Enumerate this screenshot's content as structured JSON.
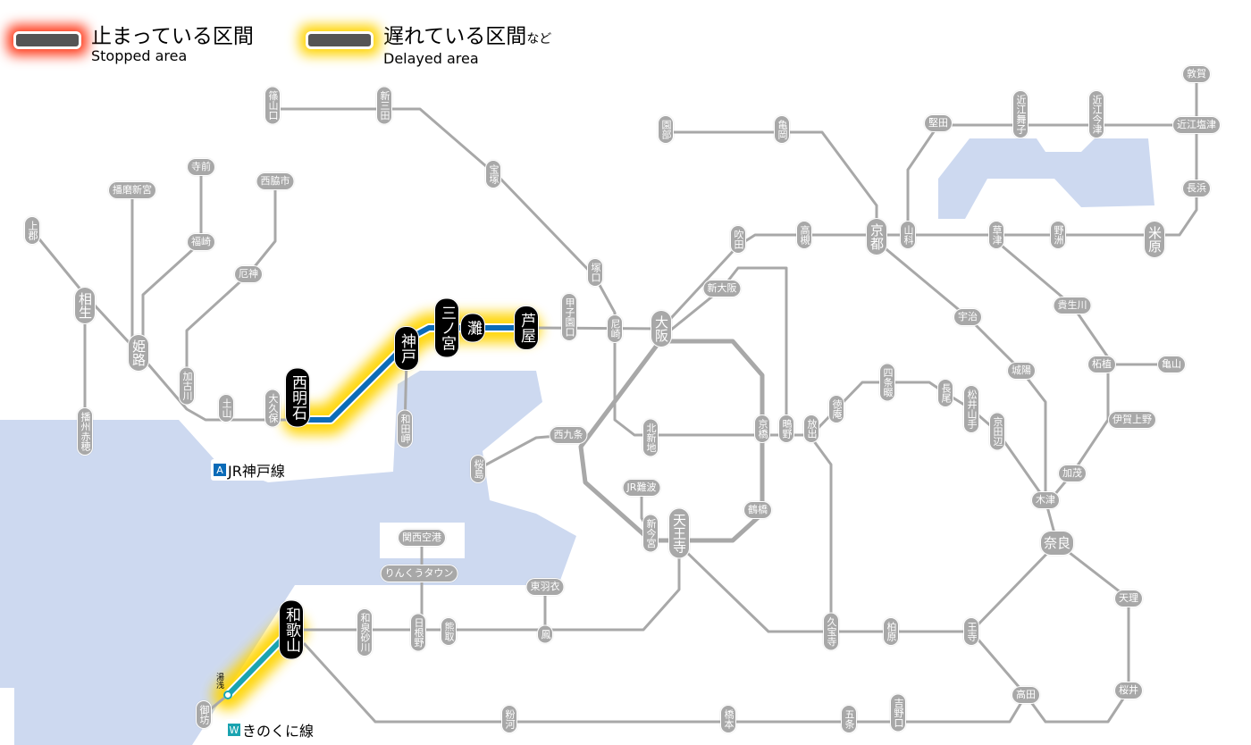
{
  "legend": {
    "stopped": {
      "ja": "止まっている区間",
      "en": "Stopped area"
    },
    "delayed": {
      "ja": "遅れている区間",
      "ja_suffix": "など",
      "en": "Delayed area"
    }
  },
  "lines": [
    {
      "code": "A",
      "name": "JR神戸線",
      "color": "#0a6bb8"
    },
    {
      "code": "W",
      "name": "きのくに線",
      "color": "#1aa3b0"
    }
  ],
  "colors": {
    "track": "#a8a8a8",
    "water": "#cdd9f0",
    "delay_glow": "#ffd400"
  },
  "stations": [
    {
      "name": "篠山口"
    },
    {
      "name": "新三田"
    },
    {
      "name": "宝塚"
    },
    {
      "name": "播磨新宮"
    },
    {
      "name": "寺前"
    },
    {
      "name": "西脇市"
    },
    {
      "name": "上郡"
    },
    {
      "name": "福崎"
    },
    {
      "name": "厄神"
    },
    {
      "name": "相生"
    },
    {
      "name": "姫路"
    },
    {
      "name": "加古川"
    },
    {
      "name": "土山"
    },
    {
      "name": "大久保"
    },
    {
      "name": "西明石",
      "status": "delayed"
    },
    {
      "name": "神戸",
      "status": "delayed"
    },
    {
      "name": "和田岬"
    },
    {
      "name": "三ノ宮",
      "status": "delayed"
    },
    {
      "name": "灘",
      "status": "delayed"
    },
    {
      "name": "芦屋",
      "status": "delayed"
    },
    {
      "name": "播州赤穂"
    },
    {
      "name": "甲子園口"
    },
    {
      "name": "尼崎"
    },
    {
      "name": "塚口"
    },
    {
      "name": "大阪"
    },
    {
      "name": "新大阪"
    },
    {
      "name": "吹田"
    },
    {
      "name": "高槻"
    },
    {
      "name": "園部"
    },
    {
      "name": "亀岡"
    },
    {
      "name": "京都"
    },
    {
      "name": "山科"
    },
    {
      "name": "堅田"
    },
    {
      "name": "近江舞子"
    },
    {
      "name": "近江今津"
    },
    {
      "name": "敦賀"
    },
    {
      "name": "近江塩津"
    },
    {
      "name": "長浜"
    },
    {
      "name": "米原"
    },
    {
      "name": "野洲"
    },
    {
      "name": "草津"
    },
    {
      "name": "宇治"
    },
    {
      "name": "貴生川"
    },
    {
      "name": "城陽"
    },
    {
      "name": "柘植"
    },
    {
      "name": "亀山"
    },
    {
      "name": "四条畷"
    },
    {
      "name": "長尾"
    },
    {
      "name": "松井山手"
    },
    {
      "name": "京田辺"
    },
    {
      "name": "徳庵"
    },
    {
      "name": "放出"
    },
    {
      "name": "鴫野"
    },
    {
      "name": "京橋"
    },
    {
      "name": "北新地"
    },
    {
      "name": "西九条"
    },
    {
      "name": "桜島"
    },
    {
      "name": "伊賀上野"
    },
    {
      "name": "加茂"
    },
    {
      "name": "木津"
    },
    {
      "name": "JR難波"
    },
    {
      "name": "新今宮"
    },
    {
      "name": "天王寺"
    },
    {
      "name": "鶴橋"
    },
    {
      "name": "奈良"
    },
    {
      "name": "関西空港"
    },
    {
      "name": "りんくうタウン"
    },
    {
      "name": "東羽衣"
    },
    {
      "name": "鳳"
    },
    {
      "name": "和泉砂川"
    },
    {
      "name": "日根野"
    },
    {
      "name": "熊取"
    },
    {
      "name": "和歌山",
      "status": "delayed"
    },
    {
      "name": "湯浅"
    },
    {
      "name": "御坊"
    },
    {
      "name": "久宝寺"
    },
    {
      "name": "柏原"
    },
    {
      "name": "王寺"
    },
    {
      "name": "天理"
    },
    {
      "name": "桜井"
    },
    {
      "name": "高田"
    },
    {
      "name": "粉河"
    },
    {
      "name": "橋本"
    },
    {
      "name": "五条"
    },
    {
      "name": "吉野口"
    }
  ]
}
